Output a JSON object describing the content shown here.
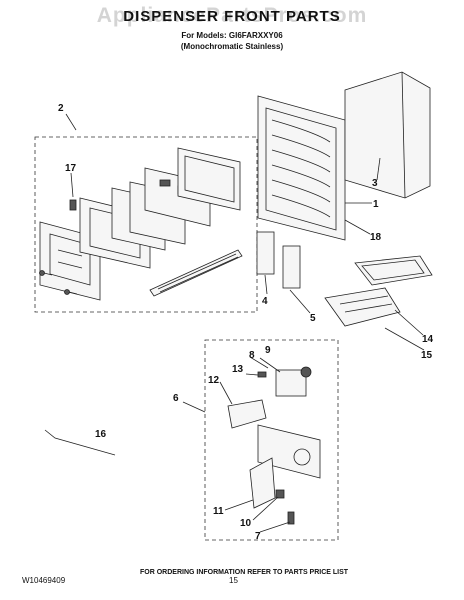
{
  "header": {
    "title": "DISPENSER FRONT PARTS",
    "watermark": "AppliancePartsPros.com",
    "model_line": "For Models: GI6FARXXY06",
    "model_variant": "(Monochromatic Stainless)"
  },
  "callouts": {
    "c1": "1",
    "c2": "2",
    "c3": "3",
    "c4": "4",
    "c5": "5",
    "c6": "6",
    "c7": "7",
    "c8": "8",
    "c9": "9",
    "c10": "10",
    "c11": "11",
    "c12": "12",
    "c13": "13",
    "c14": "14",
    "c15": "15",
    "c16": "16",
    "c17": "17",
    "c18": "18"
  },
  "footer": {
    "doc_number": "W10469409",
    "order_info": "FOR ORDERING INFORMATION REFER TO PARTS PRICE LIST",
    "page_number": "15"
  }
}
